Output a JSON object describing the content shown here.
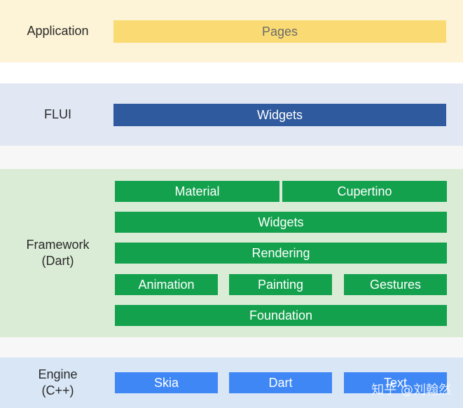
{
  "colors": {
    "application_band": "#fdf3d6",
    "application_box": "#fadb73",
    "application_text": "#6b6b6b",
    "flui_band": "#e1e8f3",
    "flui_box": "#2f5a9e",
    "framework_band": "#dbecd6",
    "framework_box": "#14a14e",
    "engine_band": "#d8e6f6",
    "engine_box": "#3f87f5",
    "gap": "#f7f7f7"
  },
  "layers": {
    "application": {
      "label": "Application",
      "pages": "Pages"
    },
    "flui": {
      "label": "FLUI",
      "widgets": "Widgets"
    },
    "framework": {
      "label": "Framework\n(Dart)",
      "material": "Material",
      "cupertino": "Cupertino",
      "widgets": "Widgets",
      "rendering": "Rendering",
      "animation": "Animation",
      "painting": "Painting",
      "gestures": "Gestures",
      "foundation": "Foundation"
    },
    "engine": {
      "label": "Engine\n(C++)",
      "skia": "Skia",
      "dart": "Dart",
      "text": "Text"
    }
  },
  "watermark": "知乎 @刘翰然"
}
